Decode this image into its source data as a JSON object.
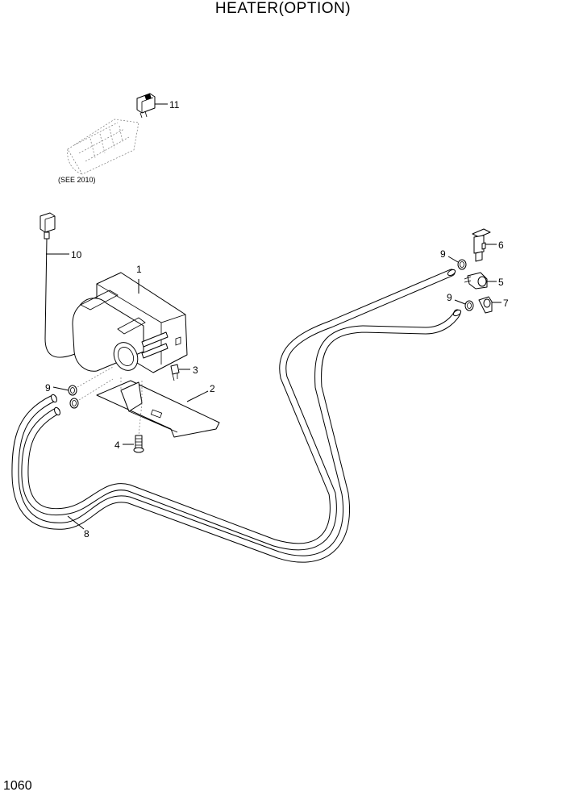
{
  "title": "HEATER(OPTION)",
  "page_number": "1060",
  "reference_note": "(SEE 2010)",
  "callouts": {
    "heater_unit": "1",
    "bracket": "2",
    "fitting_3": "3",
    "bolt": "4",
    "elbow_5": "5",
    "valve": "6",
    "elbow_7": "7",
    "hose": "8",
    "clamp_top": "9",
    "clamp_mid": "9",
    "clamp_left": "9",
    "harness": "10",
    "switch": "11"
  }
}
